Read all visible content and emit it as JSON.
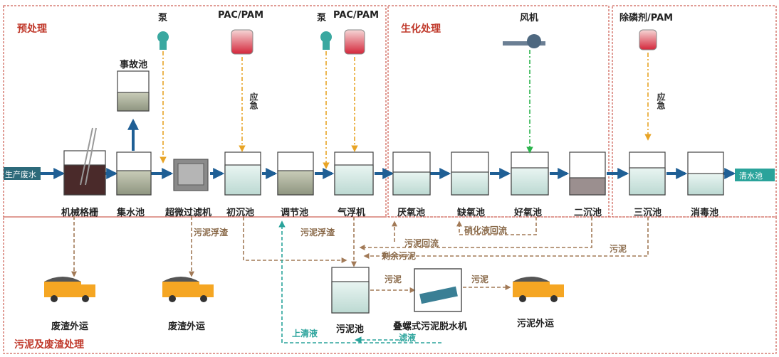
{
  "sections": {
    "pretreatment": "预处理",
    "biochemical": "生化处理",
    "sludge": "污泥及废渣处理"
  },
  "inputs": {
    "raw_water": "生产废水",
    "clean_water": "清水池"
  },
  "top_labels": {
    "pump1": "泵",
    "pac_pam1": "PAC/PAM",
    "pump2": "泵",
    "pac_pam2": "PAC/PAM",
    "blower": "风机",
    "phos_pam": "除磷剂/PAM",
    "accident_pool": "事故池"
  },
  "units": [
    "机械格栅",
    "集水池",
    "超微过滤机",
    "初沉池",
    "调节池",
    "气浮机",
    "厌氧池",
    "缺氧池",
    "好氧池",
    "二沉池",
    "三沉池",
    "消毒池"
  ],
  "emergency": {
    "e1": "应急",
    "e2": "应急"
  },
  "flows": {
    "sludge_scum1": "污泥浮渣",
    "sludge_scum2": "污泥浮渣",
    "sludge_return": "污泥回流",
    "nitrate_return": "硝化液回流",
    "excess_sludge": "剩余污泥",
    "sludge_right": "污泥",
    "sludge_to_press": "污泥",
    "sludge_from_press": "污泥",
    "supernatant": "上清液",
    "filtrate": "滤液"
  },
  "bottom": {
    "waste1": "废渣外运",
    "waste2": "废渣外运",
    "sludge_pool": "污泥池",
    "press": "叠螺式污泥脱水机",
    "sludge_out": "污泥外运"
  },
  "colors": {
    "main_flow": "#1f5f95",
    "sludge_flow": "#a27a57",
    "dosing": "#e8a426",
    "air": "#29b34a",
    "return_teal": "#2aa39b",
    "section_border": "#c0392b"
  }
}
